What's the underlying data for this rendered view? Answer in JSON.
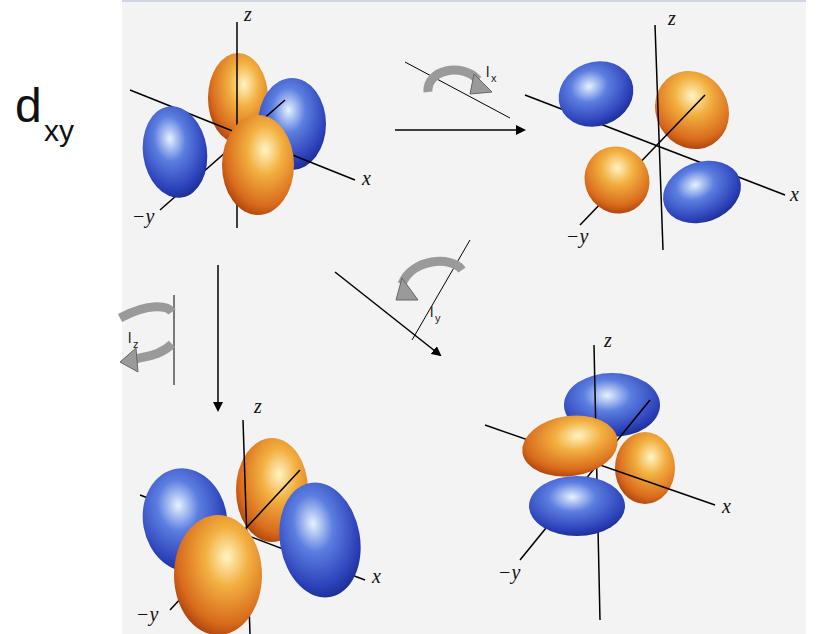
{
  "diagram": {
    "labels": [
      "d",
      "xy",
      "z",
      "x",
      "−y",
      "l",
      "x",
      "z",
      "x",
      "−y",
      "l",
      "y",
      "z",
      "x",
      "−y",
      "l",
      "z",
      "z",
      "x",
      "−y"
    ]
  }
}
